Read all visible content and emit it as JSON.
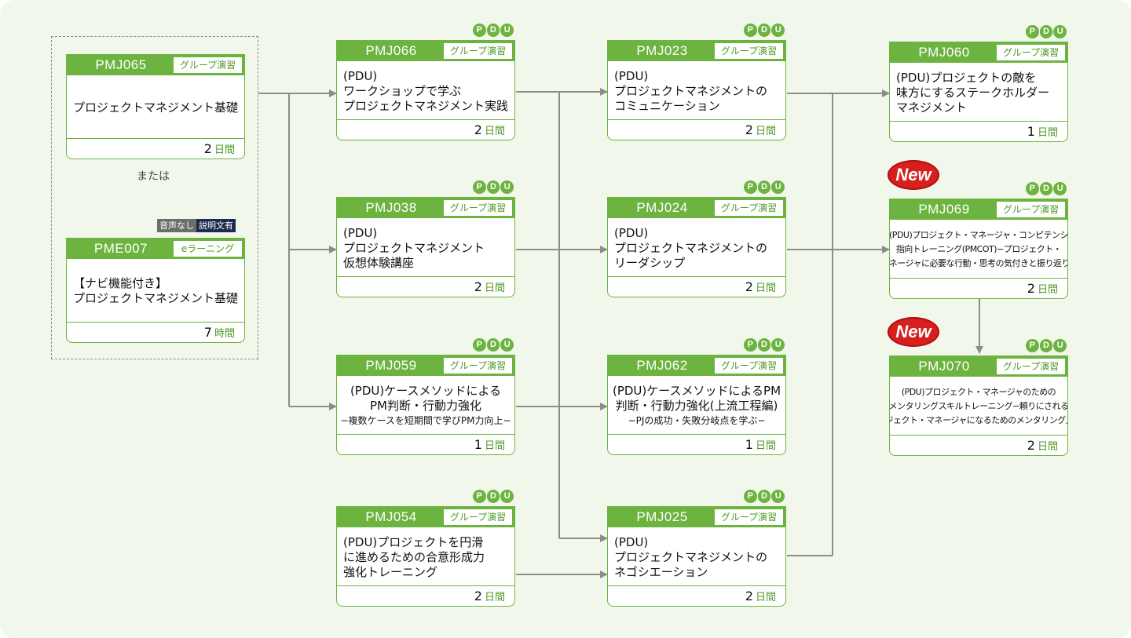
{
  "pdu_badge": [
    "P",
    "D",
    "U"
  ],
  "new_badge_label": "New",
  "or_label": "または",
  "audio_tags": [
    {
      "label": "音声なし",
      "color": "#6d6d6d"
    },
    {
      "label": "説明文有",
      "color": "#1d2a4f"
    }
  ],
  "colors": {
    "accent": "#6cb33f",
    "accent_text": "#4e9a25",
    "arrow": "#8c8c8c",
    "new_badge": "#d71f1f",
    "background": "#f2f7ec"
  },
  "courses": [
    {
      "id": "PMJ065",
      "code": "PMJ065",
      "type": "グループ演習",
      "lines": [
        "プロジェクトマネジメント基礎"
      ],
      "duration": "2",
      "unit": "日間",
      "pdu": false,
      "new": false
    },
    {
      "id": "PME007",
      "code": "PME007",
      "type": "eラーニング",
      "lines": [
        "【ナビ機能付き】",
        "プロジェクトマネジメント基礎"
      ],
      "duration": "7",
      "unit": "時間",
      "pdu": false,
      "new": false
    },
    {
      "id": "PMJ066",
      "code": "PMJ066",
      "type": "グループ演習",
      "lines": [
        "(PDU)",
        "ワークショップで学ぶ",
        "プロジェクトマネジメント実践"
      ],
      "duration": "2",
      "unit": "日間",
      "pdu": true,
      "new": false
    },
    {
      "id": "PMJ038",
      "code": "PMJ038",
      "type": "グループ演習",
      "lines": [
        "(PDU)",
        "プロジェクトマネジメント",
        "仮想体験講座"
      ],
      "duration": "2",
      "unit": "日間",
      "pdu": true,
      "new": false
    },
    {
      "id": "PMJ059",
      "code": "PMJ059",
      "type": "グループ演習",
      "lines": [
        "(PDU)ケースメソッドによる",
        "PM判断・行動力強化",
        "−複数ケースを短期間で学びPM力向上−"
      ],
      "duration": "1",
      "unit": "日間",
      "pdu": true,
      "new": false
    },
    {
      "id": "PMJ054",
      "code": "PMJ054",
      "type": "グループ演習",
      "lines": [
        "(PDU)プロジェクトを円滑",
        "に進めるための合意形成力",
        "強化トレーニング"
      ],
      "duration": "2",
      "unit": "日間",
      "pdu": true,
      "new": false
    },
    {
      "id": "PMJ023",
      "code": "PMJ023",
      "type": "グループ演習",
      "lines": [
        "(PDU)",
        "プロジェクトマネジメントの",
        "コミュニケーション"
      ],
      "duration": "2",
      "unit": "日間",
      "pdu": true,
      "new": false
    },
    {
      "id": "PMJ024",
      "code": "PMJ024",
      "type": "グループ演習",
      "lines": [
        "(PDU)",
        "プロジェクトマネジメントの",
        "リーダシップ"
      ],
      "duration": "2",
      "unit": "日間",
      "pdu": true,
      "new": false
    },
    {
      "id": "PMJ062",
      "code": "PMJ062",
      "type": "グループ演習",
      "lines": [
        "(PDU)ケースメソッドによるPM",
        "判断・行動力強化(上流工程編)",
        "−PJの成功・失敗分岐点を学ぶ−"
      ],
      "duration": "1",
      "unit": "日間",
      "pdu": true,
      "new": false
    },
    {
      "id": "PMJ025",
      "code": "PMJ025",
      "type": "グループ演習",
      "lines": [
        "(PDU)",
        "プロジェクトマネジメントの",
        "ネゴシエーション"
      ],
      "duration": "2",
      "unit": "日間",
      "pdu": true,
      "new": false
    },
    {
      "id": "PMJ060",
      "code": "PMJ060",
      "type": "グループ演習",
      "lines": [
        "(PDU)プロジェクトの敵を",
        "味方にするステークホルダー",
        "マネジメント"
      ],
      "duration": "1",
      "unit": "日間",
      "pdu": true,
      "new": false
    },
    {
      "id": "PMJ069",
      "code": "PMJ069",
      "type": "グループ演習",
      "lines": [
        "(PDU)プロジェクト・マネージャ・コンピテンシ",
        "指向トレーニング(PMCOT)−プロジェクト・",
        "マネージャに必要な行動・思考の気付きと振り返り−"
      ],
      "duration": "2",
      "unit": "日間",
      "pdu": true,
      "new": true
    },
    {
      "id": "PMJ070",
      "code": "PMJ070",
      "type": "グループ演習",
      "lines": [
        "(PDU)プロジェクト・マネージャのための",
        "メンタリングスキルトレーニング−頼りにされる",
        "プロジェクト・マネージャになるためのメンタリング入門−"
      ],
      "duration": "2",
      "unit": "日間",
      "pdu": true,
      "new": true
    }
  ]
}
